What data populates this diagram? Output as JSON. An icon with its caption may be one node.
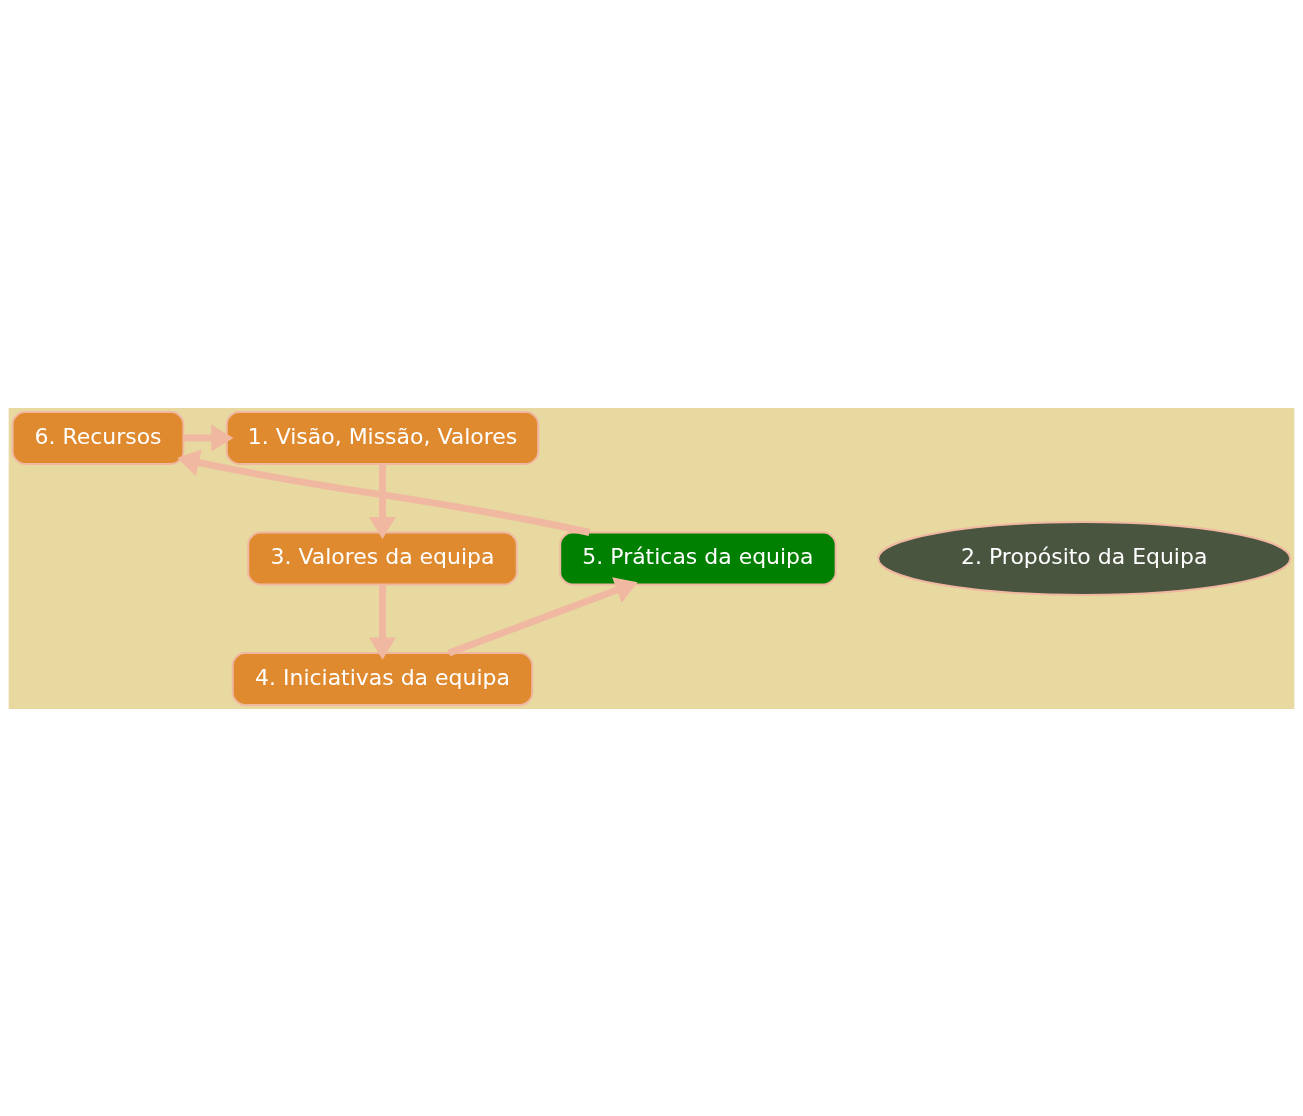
{
  "diagram": {
    "nodes": [
      {
        "text": [
          "1. Visão, Missão, Valores"
        ]
      },
      {
        "text": [
          "2. Propósito da Equipa"
        ]
      },
      {
        "text": [
          "3. Valores da equipa"
        ]
      },
      {
        "text": [
          "4. Iniciativas da equipa"
        ]
      },
      {
        "text": [
          "5. Práticas da equipa"
        ]
      },
      {
        "text": [
          "6. Recursos"
        ]
      }
    ],
    "edges": [
      {
        "from": 5,
        "to": 0,
        "arrow": "to"
      },
      {
        "from": 0,
        "to": 2,
        "arrow": "to"
      },
      {
        "from": 2,
        "to": 3,
        "arrow": "to"
      },
      {
        "from": 3,
        "to": 4,
        "arrow": "to"
      },
      {
        "from": 4,
        "to": 5,
        "arrow": "to"
      }
    ]
  }
}
